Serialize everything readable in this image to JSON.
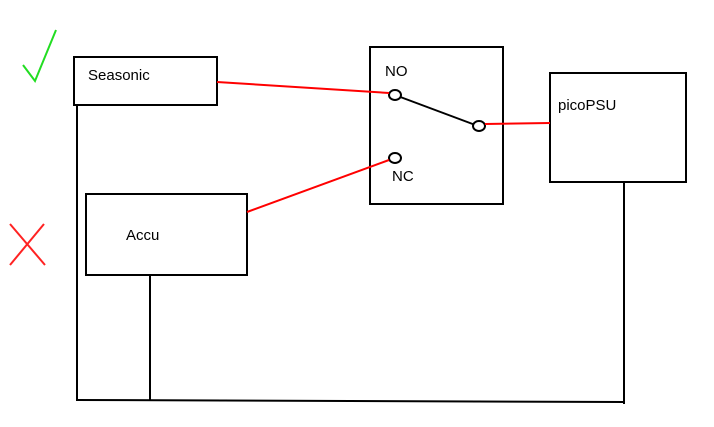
{
  "diagram": {
    "components": {
      "seasonic": {
        "label": "Seasonic",
        "status_icon": "checkmark-icon"
      },
      "accu": {
        "label": "Accu",
        "status_icon": "x-mark-icon"
      },
      "relay": {
        "no_label": "NO",
        "nc_label": "NC"
      },
      "picopsu": {
        "label": "picoPSU"
      }
    },
    "colors": {
      "wire_positive": "#ff0000",
      "wire_ground": "#000000",
      "check": "#22dd22",
      "cross": "#ff2222",
      "box_stroke": "#000000"
    },
    "connections": [
      {
        "from": "Seasonic",
        "to": "NO",
        "type": "positive"
      },
      {
        "from": "Accu",
        "to": "NC",
        "type": "positive"
      },
      {
        "from": "COM",
        "to": "picoPSU",
        "type": "positive"
      },
      {
        "from": "COM",
        "to": "NO",
        "type": "switch-arm"
      },
      {
        "from": "Seasonic",
        "to": "ground-bus",
        "type": "ground"
      },
      {
        "from": "Accu",
        "to": "ground-bus",
        "type": "ground"
      },
      {
        "from": "picoPSU",
        "to": "ground-bus",
        "type": "ground"
      }
    ]
  }
}
